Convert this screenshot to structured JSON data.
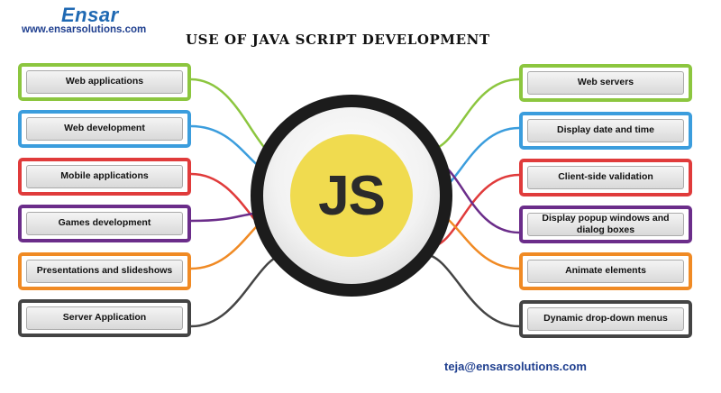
{
  "logo": {
    "name": "Ensar",
    "url": "www.ensarsolutions.com"
  },
  "title": "USE OF JAVA SCRIPT DEVELOPMENT",
  "center_label": "JS",
  "left_items": [
    {
      "label": "Web applications",
      "color": "#8cc63f"
    },
    {
      "label": "Web development",
      "color": "#3b9ddd"
    },
    {
      "label": "Mobile applications",
      "color": "#e03b3b"
    },
    {
      "label": "Games development",
      "color": "#6b2d8a"
    },
    {
      "label": "Presentations and slideshows",
      "color": "#f08a24"
    },
    {
      "label": "Server Application",
      "color": "#444444"
    }
  ],
  "right_items": [
    {
      "label": "Web servers",
      "color": "#8cc63f"
    },
    {
      "label": "Display date and time",
      "color": "#3b9ddd"
    },
    {
      "label": "Client-side validation",
      "color": "#e03b3b"
    },
    {
      "label": "Display popup windows and dialog boxes",
      "color": "#6b2d8a"
    },
    {
      "label": "Animate elements",
      "color": "#f08a24"
    },
    {
      "label": "Dynamic drop-down menus",
      "color": "#444444"
    }
  ],
  "contact_email": "teja@ensarsolutions.com"
}
